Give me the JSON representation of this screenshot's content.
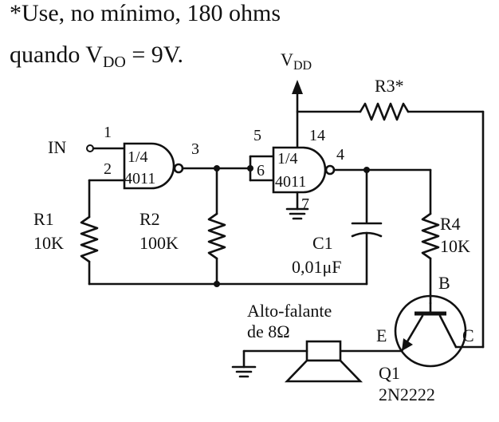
{
  "note": {
    "line1": "*Use, no mínimo, 180 ohms",
    "line2_prefix": "quando V",
    "line2_sub": "DO",
    "line2_suffix": " = 9V."
  },
  "supply": {
    "main": "V",
    "sub": "DD"
  },
  "input_label": "IN",
  "gates": [
    {
      "fraction": "1/4",
      "part": "4011",
      "pin_a": "1",
      "pin_b": "2",
      "pin_out": "3"
    },
    {
      "fraction": "1/4",
      "part": "4011",
      "pin_a": "5",
      "pin_b": "6",
      "pin_out": "4",
      "pin_vdd": "14",
      "pin_gnd": "7"
    }
  ],
  "components": {
    "r1": {
      "name": "R1",
      "value": "10K"
    },
    "r2": {
      "name": "R2",
      "value": "100K"
    },
    "r3": {
      "name": "R3*"
    },
    "r4": {
      "name": "R4",
      "value": "10K"
    },
    "c1": {
      "name": "C1",
      "value": "0,01μF"
    },
    "speaker": {
      "line1": "Alto-falante",
      "line2": "de 8Ω"
    },
    "q1": {
      "name": "Q1",
      "part": "2N2222",
      "base": "B",
      "emitter": "E",
      "collector": "C"
    }
  }
}
